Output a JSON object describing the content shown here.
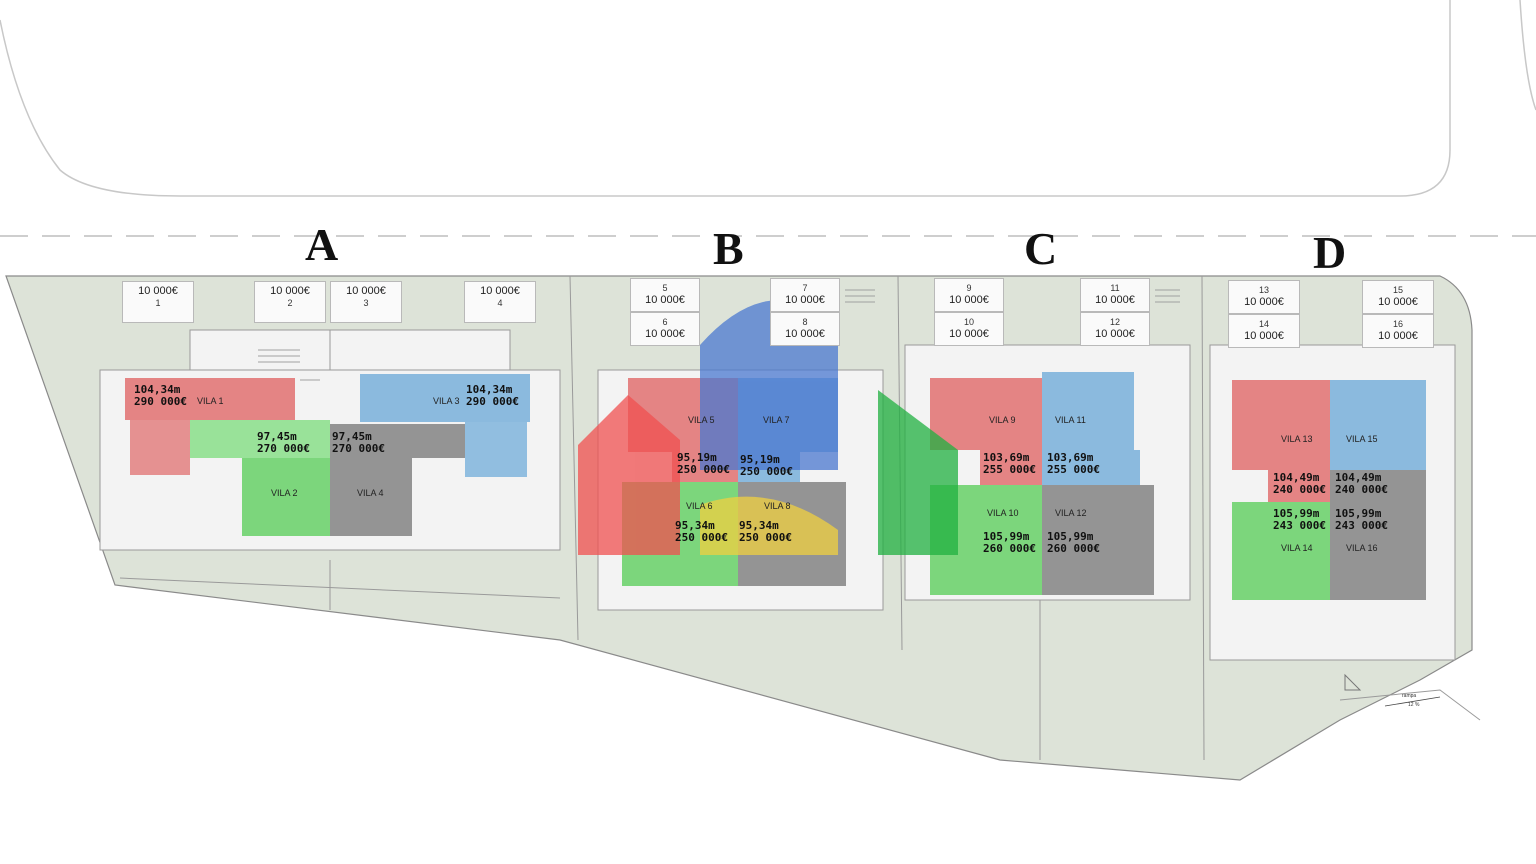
{
  "sections": [
    "A",
    "B",
    "C",
    "D"
  ],
  "parking": [
    {
      "price": "10 000€",
      "num": "1"
    },
    {
      "price": "10 000€",
      "num": "2"
    },
    {
      "price": "10 000€",
      "num": "3"
    },
    {
      "price": "10 000€",
      "num": "4"
    },
    {
      "price": "10 000€",
      "num": "5"
    },
    {
      "price": "10 000€",
      "num": "6"
    },
    {
      "price": "10 000€",
      "num": "7"
    },
    {
      "price": "10 000€",
      "num": "8"
    },
    {
      "price": "10 000€",
      "num": "9"
    },
    {
      "price": "10 000€",
      "num": "10"
    },
    {
      "price": "10 000€",
      "num": "11"
    },
    {
      "price": "10 000€",
      "num": "12"
    },
    {
      "price": "10 000€",
      "num": "13"
    },
    {
      "price": "10 000€",
      "num": "14"
    },
    {
      "price": "10 000€",
      "num": "15"
    },
    {
      "price": "10 000€",
      "num": "16"
    }
  ],
  "villas": [
    {
      "label": "VILA 1",
      "area": "104,34m",
      "price": "290 000€",
      "color": "#e07070"
    },
    {
      "label": "VILA 2",
      "area": "97,45m",
      "price": "270 000€",
      "color": "#6fd36f"
    },
    {
      "label": "VILA 3",
      "area": "104,34m",
      "price": "290 000€",
      "color": "#6fa8d6"
    },
    {
      "label": "VILA 4",
      "area": "97,45m",
      "price": "270 000€",
      "color": "#8a8a8a"
    },
    {
      "label": "VILA 5",
      "area": "95,19m",
      "price": "250 000€",
      "color": "#e07070"
    },
    {
      "label": "VILA 6",
      "area": "95,34m",
      "price": "250 000€",
      "color": "#6fd36f"
    },
    {
      "label": "VILA 7",
      "area": "95,19m",
      "price": "250 000€",
      "color": "#6fa8d6"
    },
    {
      "label": "VILA 8",
      "area": "95,34m",
      "price": "250 000€",
      "color": "#8a8a8a"
    },
    {
      "label": "VILA 9",
      "area": "103,69m",
      "price": "255 000€",
      "color": "#e07070"
    },
    {
      "label": "VILA 10",
      "area": "105,99m",
      "price": "260 000€",
      "color": "#6fd36f"
    },
    {
      "label": "VILA 11",
      "area": "103,69m",
      "price": "255 000€",
      "color": "#6fa8d6"
    },
    {
      "label": "VILA 12",
      "area": "105,99m",
      "price": "260 000€",
      "color": "#8a8a8a"
    },
    {
      "label": "VILA 13",
      "area": "104,49m",
      "price": "240 000€",
      "color": "#e07070"
    },
    {
      "label": "VILA 14",
      "area": "105,99m",
      "price": "243 000€",
      "color": "#6fd36f"
    },
    {
      "label": "VILA 15",
      "area": "104,49m",
      "price": "240 000€",
      "color": "#6fa8d6"
    },
    {
      "label": "VILA 16",
      "area": "105,99m",
      "price": "243 000€",
      "color": "#8a8a8a"
    }
  ],
  "slope_label": "12 %",
  "slope_word": "rampa",
  "colors": {
    "site_fill": "#dde3d8",
    "pavement": "#f2f2f2",
    "logo_red": "#f05050",
    "logo_blue": "#4a78d0",
    "logo_green": "#20b040",
    "logo_yellow": "#f0d040"
  }
}
